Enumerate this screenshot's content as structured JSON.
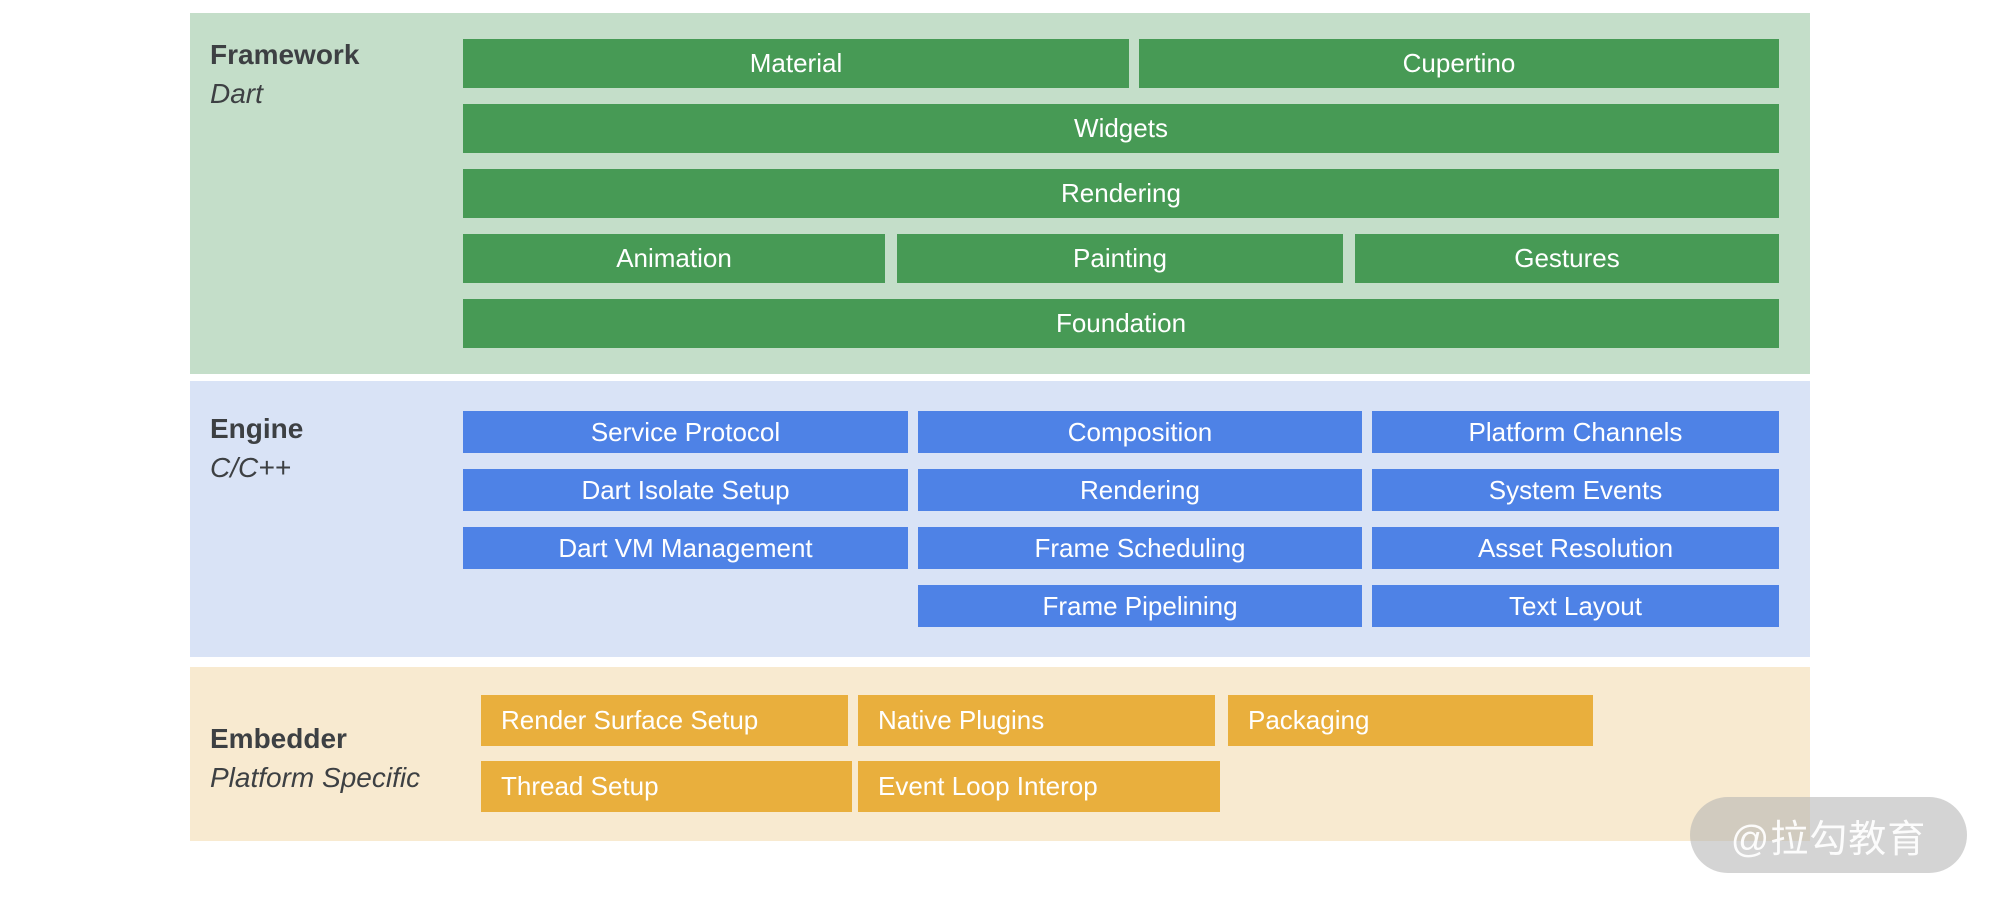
{
  "framework": {
    "label": "Framework",
    "sublabel": "Dart",
    "bars": {
      "material": "Material",
      "cupertino": "Cupertino",
      "widgets": "Widgets",
      "rendering": "Rendering",
      "animation": "Animation",
      "painting": "Painting",
      "gestures": "Gestures",
      "foundation": "Foundation"
    }
  },
  "engine": {
    "label": "Engine",
    "sublabel": "C/C++",
    "bars": {
      "service_protocol": "Service Protocol",
      "composition": "Composition",
      "platform_channels": "Platform Channels",
      "dart_isolate_setup": "Dart Isolate Setup",
      "rendering": "Rendering",
      "system_events": "System Events",
      "dart_vm_management": "Dart VM Management",
      "frame_scheduling": "Frame Scheduling",
      "asset_resolution": "Asset Resolution",
      "frame_pipelining": "Frame Pipelining",
      "text_layout": "Text Layout"
    }
  },
  "embedder": {
    "label": "Embedder",
    "sublabel": "Platform Specific",
    "bars": {
      "render_surface_setup": "Render Surface Setup",
      "native_plugins": "Native Plugins",
      "packaging": "Packaging",
      "thread_setup": "Thread Setup",
      "event_loop_interop": "Event Loop Interop"
    }
  },
  "watermark": {
    "text": "@拉勾教育"
  },
  "colors": {
    "framework_bg": "#c4dec9",
    "framework_bar": "#479a55",
    "engine_bg": "#d9e3f6",
    "engine_bar": "#4e82e6",
    "embedder_bg": "#f8ead0",
    "embedder_bar": "#e9af3d",
    "label_text": "#3d4043",
    "bar_text": "#ffffff"
  }
}
